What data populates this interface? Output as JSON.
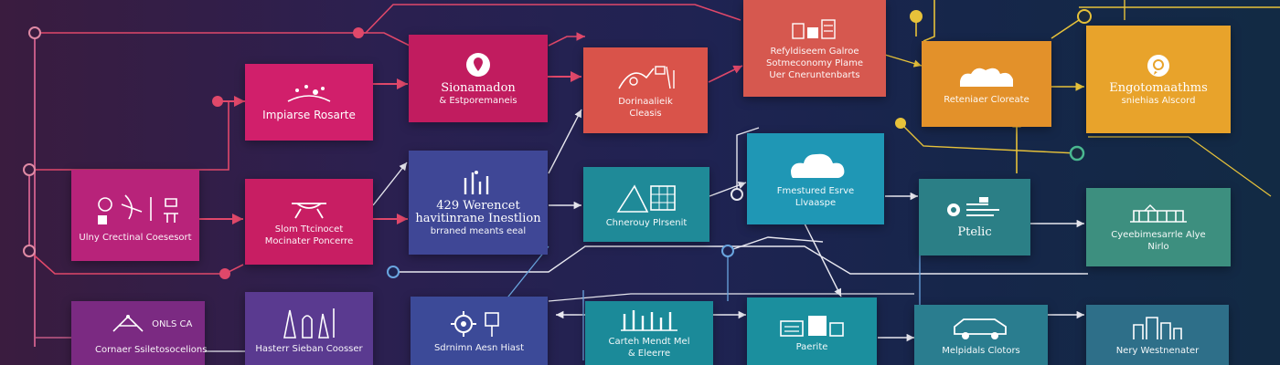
{
  "colors": {
    "magenta": "#d11f6b",
    "pink": "#b8237a",
    "purple": "#7b2a82",
    "indigo": "#3f4796",
    "coral": "#d9534a",
    "teal": "#1f8a98",
    "cyan": "#1f97b5",
    "green": "#3d8f7f",
    "amber": "#e3912a",
    "orange": "#e8a32b",
    "olive": "#4c8a5c",
    "line_red": "#e0486a",
    "line_white": "#e8e8f0",
    "line_yellow": "#e7c23a",
    "line_blue": "#6aa6e0"
  },
  "nodes": [
    {
      "id": "n1",
      "t1": "Impiarse Rosarte",
      "t2": "",
      "icon": "dots-icon"
    },
    {
      "id": "n2",
      "t1": "Sionamadon",
      "t2": "& Estporemaneis",
      "icon": "pin-icon"
    },
    {
      "id": "n3",
      "t1": "Dorinaalieik",
      "t2": "Cleasis",
      "icon": "tools-icon"
    },
    {
      "id": "n4",
      "t1": "Refyldiseem Galroe",
      "t2": "Sotmeconomy Plame",
      "t3": "Uer Cneruntenbarts",
      "icon": "factory-icon"
    },
    {
      "id": "n5",
      "t1": "Reteniaer Cloreate",
      "t2": "",
      "icon": "cloud-factory-icon"
    },
    {
      "id": "n6",
      "t1": "Engotomaathms",
      "t2": "sniehias Alscord",
      "icon": "chat-icon"
    },
    {
      "id": "n7",
      "t1": "Ulny Crectinal Coesesort",
      "t2": "",
      "icon": "lab-icon"
    },
    {
      "id": "n8",
      "t1": "Slom Ttcinocet",
      "t2": "Mocinater Poncerre",
      "icon": "bench-icon"
    },
    {
      "id": "n9",
      "t1": "429 Werencet",
      "t2": "havitinrane Inestlion",
      "t3": "brraned meants eeal",
      "icon": "chart-icon"
    },
    {
      "id": "n10",
      "t1": "Chnerouy Plrsenit",
      "t2": "",
      "icon": "solar-icon"
    },
    {
      "id": "n11",
      "t1": "Fmestured Esrve",
      "t2": "Llvaaspe",
      "icon": "cloud-icon"
    },
    {
      "id": "n12",
      "t1": "Ptelic",
      "t2": "",
      "icon": "device-icon"
    },
    {
      "id": "n13",
      "t1": "Cyeebimesarrle Alye",
      "t2": "Nirlo",
      "icon": "bridge-icon"
    },
    {
      "id": "n14",
      "t1": "ONLS CA",
      "t2": "Cornaer Ssiletosocelions",
      "icon": "scale-icon"
    },
    {
      "id": "n15",
      "t1": "Hasterr Sieban Coosser",
      "t2": "",
      "icon": "bottles-icon"
    },
    {
      "id": "n16",
      "t1": "Sdrnimn Aesn Hiast",
      "t2": "",
      "icon": "gear-icon"
    },
    {
      "id": "n17",
      "t1": "Carteh Mendt Mel",
      "t2": "& Eleerre",
      "icon": "tubes-icon"
    },
    {
      "id": "n18",
      "t1": "Paerite",
      "t2": "",
      "icon": "buildings-icon"
    },
    {
      "id": "n19",
      "t1": "Melpidals Clotors",
      "t2": "",
      "icon": "car-icon"
    },
    {
      "id": "n20",
      "t1": "Nery Westnenater",
      "t2": "",
      "icon": "city-icon"
    }
  ]
}
